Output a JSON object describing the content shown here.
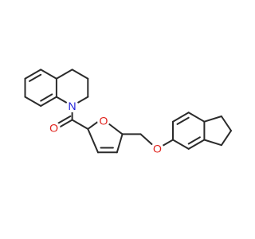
{
  "molecule": {
    "atoms": {
      "n1": {
        "symbol": "N",
        "color": "#1a1ad8"
      },
      "o_carbonyl": {
        "symbol": "O",
        "color": "#e0201a"
      },
      "o_furan": {
        "symbol": "O",
        "color": "#e0201a"
      },
      "o_ether": {
        "symbol": "O",
        "color": "#e0201a"
      }
    },
    "bond_color": "#2b2b2b",
    "background": "#ffffff"
  }
}
